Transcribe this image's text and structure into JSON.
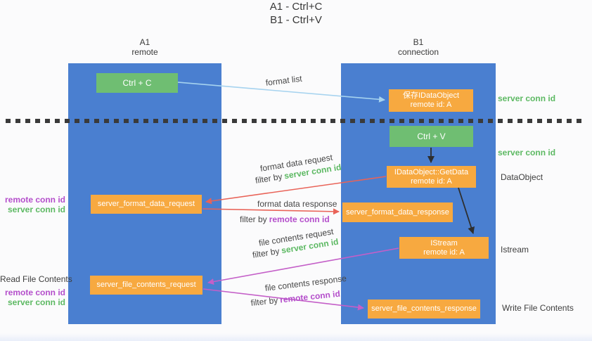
{
  "title": {
    "line1": "A1 - Ctrl+C",
    "line2": "B1 - Ctrl+V"
  },
  "columns": {
    "a1": {
      "title": "A1",
      "subtitle": "remote"
    },
    "b1": {
      "title": "B1",
      "subtitle": "connection"
    }
  },
  "boxes": {
    "ctrl_c": {
      "label": "Ctrl + C"
    },
    "save_dataobject": {
      "line1": "保存IDataObject",
      "line2": "remote id: A"
    },
    "ctrl_v": {
      "label": "Ctrl + V"
    },
    "getdata": {
      "line1": "IDataObject::GetData",
      "line2": "remote id: A"
    },
    "format_request": {
      "label": "server_format_data_request"
    },
    "format_response": {
      "label": "server_format_data_response"
    },
    "istream": {
      "line1": "IStream",
      "line2": "remote id: A"
    },
    "file_request": {
      "label": "server_file_contents_request"
    },
    "file_response": {
      "label": "server_file_contents_response"
    }
  },
  "left_labels": {
    "remote_conn_id_1": "remote conn id",
    "server_conn_id_1": "server conn id",
    "read_file_contents": "Read File Contents",
    "remote_conn_id_2": "remote conn id",
    "server_conn_id_2": "server conn id"
  },
  "right_labels": {
    "server_conn_id_top": "server conn id",
    "server_conn_id_mid": "server conn id",
    "dataobject": "DataObject",
    "istream": "Istream",
    "write_file_contents": "Write File Contents"
  },
  "flow_labels": {
    "format_list": "format list",
    "format_data_request": "format data request",
    "format_data_response": "format data response",
    "file_contents_request": "file contents request",
    "file_contents_response": "file contents response",
    "filter_by": "filter by",
    "server_conn_id": "server conn id",
    "remote_conn_id": "remote conn id"
  },
  "colors": {
    "column_blue": "#4a7fd0",
    "box_green": "#6fbe72",
    "box_orange": "#f7a940",
    "text_green": "#5db963",
    "text_purple": "#b44ecb",
    "arrow_red": "#e96358",
    "arrow_magenta": "#c45fc8",
    "arrow_light_blue": "#a6d3ef",
    "arrow_black": "#2e2e2e"
  }
}
